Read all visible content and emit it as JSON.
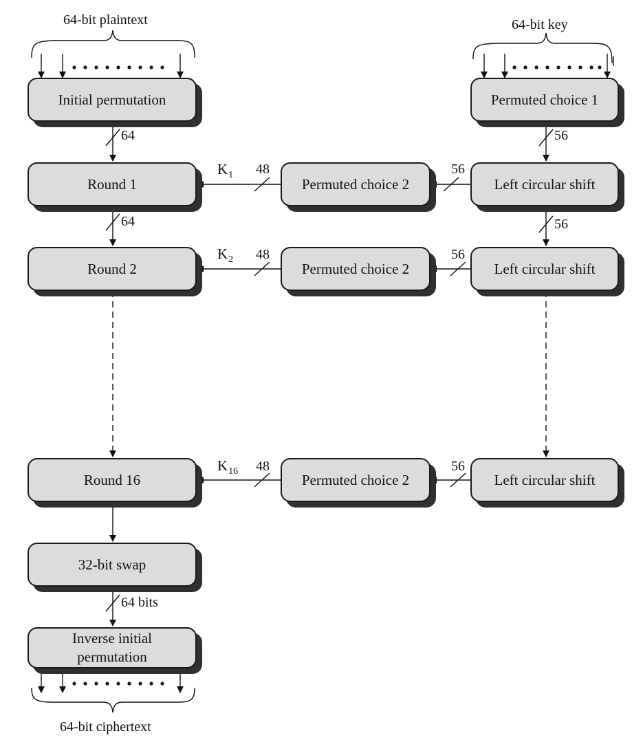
{
  "header": {
    "plaintext_label": "64-bit plaintext",
    "key_label": "64-bit key"
  },
  "footer": {
    "ciphertext_label": "64-bit ciphertext"
  },
  "data_path": {
    "initial_permutation": "Initial permutation",
    "rounds": [
      {
        "label": "Round 1",
        "key": "K",
        "key_sub": "1"
      },
      {
        "label": "Round 2",
        "key": "K",
        "key_sub": "2"
      },
      {
        "label": "Round 16",
        "key": "K",
        "key_sub": "16"
      }
    ],
    "swap": "32-bit swap",
    "inverse_line1": "Inverse initial",
    "inverse_line2": "permutation"
  },
  "key_path": {
    "permuted_choice_1": "Permuted choice 1",
    "permuted_choice_2": "Permuted choice 2",
    "left_circular_shift": "Left circular shift"
  },
  "widths": {
    "w64": "64",
    "w56": "56",
    "w48": "48",
    "w64bits": "64 bits"
  }
}
